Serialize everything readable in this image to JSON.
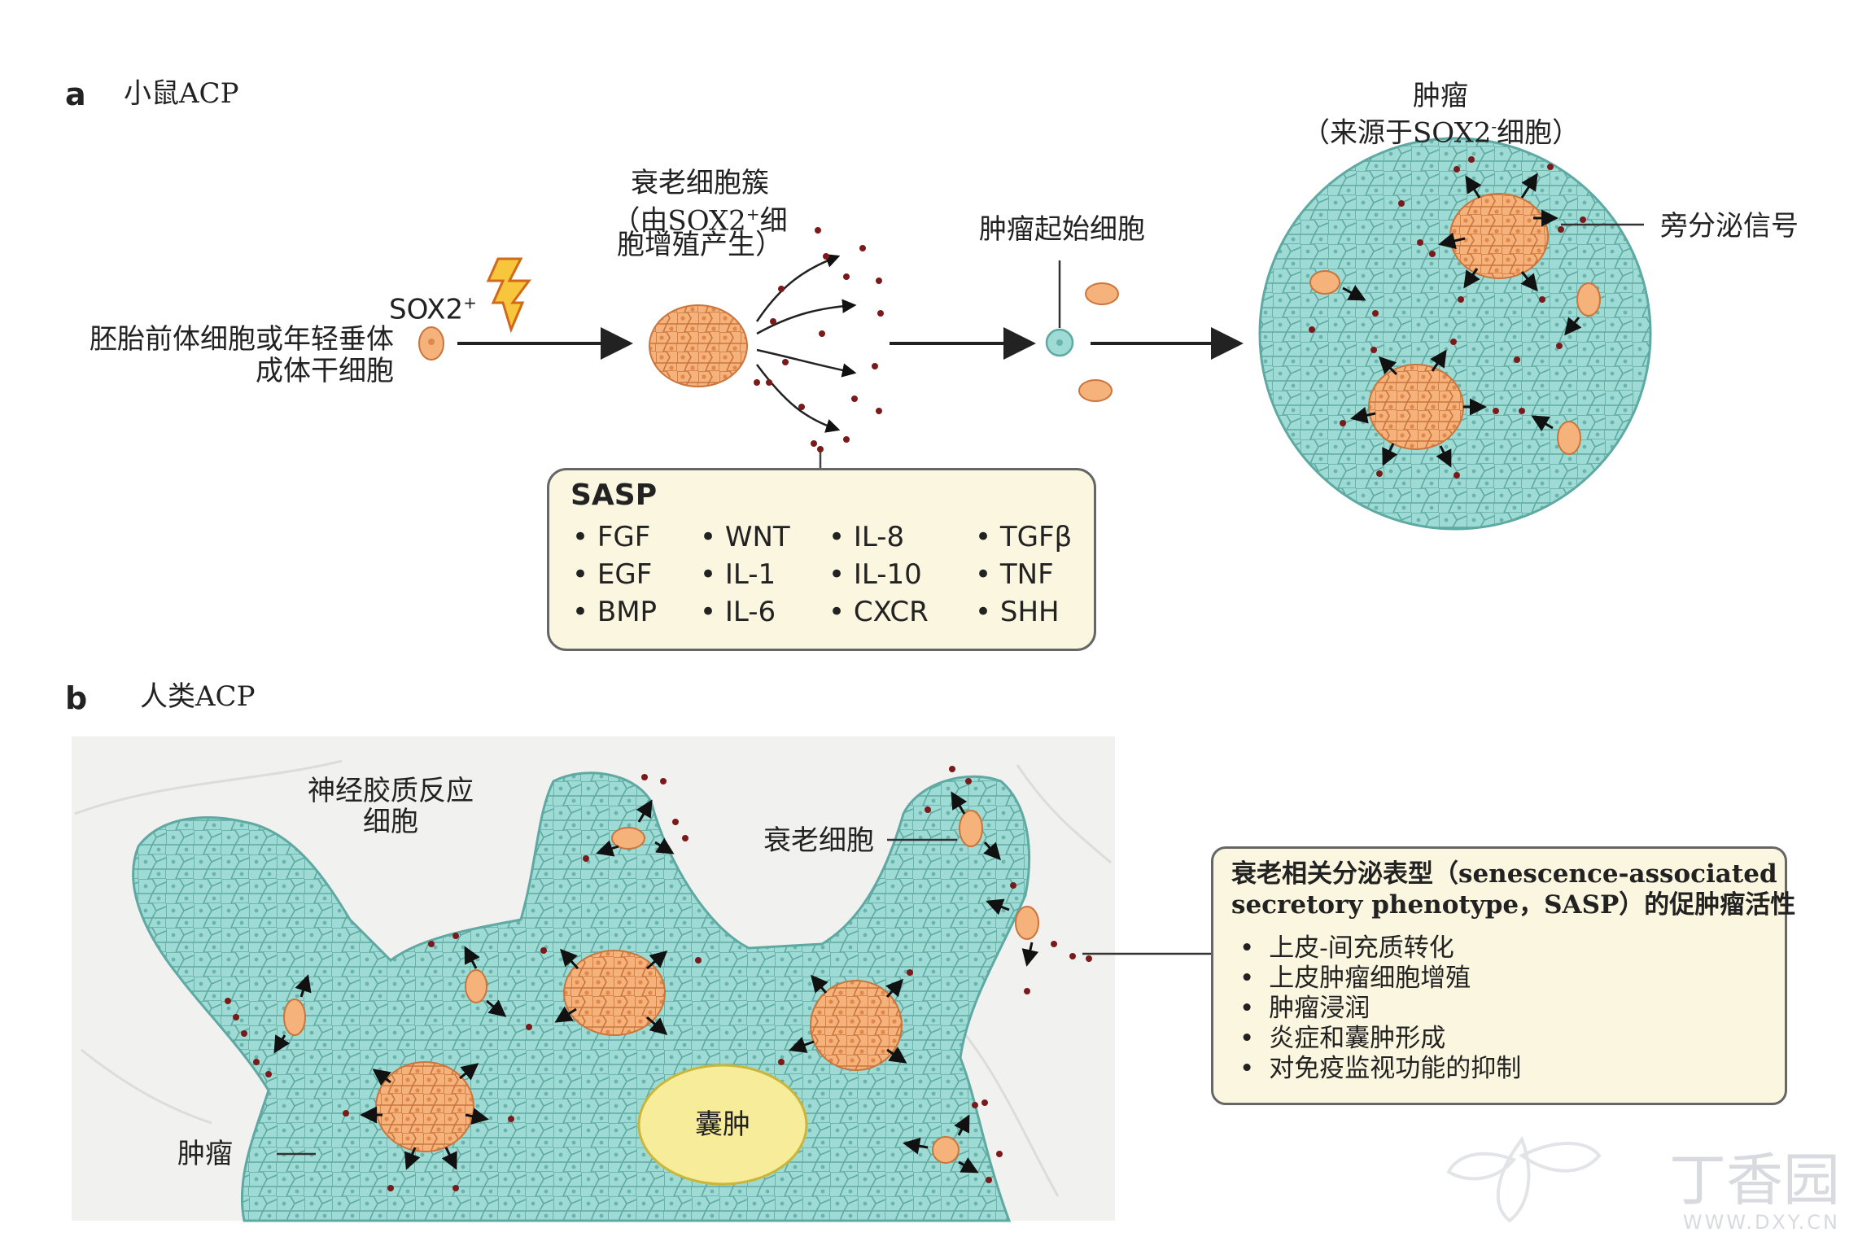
{
  "panel_a": {
    "letter": "a",
    "title": "小鼠ACP",
    "sox2_label": "SOX2",
    "sox2_sup": "+",
    "precursor_line1": "胚胎前体细胞或年轻垂体",
    "precursor_line2": "成体干细胞",
    "cluster_line1": "衰老细胞簇",
    "cluster_line2_a": "（由SOX2",
    "cluster_line2_sup": "+",
    "cluster_line2_b": "细",
    "cluster_line3": "胞增殖产生）",
    "initiating_cell": "肿瘤起始细胞",
    "tumor_line1": "肿瘤",
    "tumor_line2_a": "（来源于SOX2",
    "tumor_line2_sup": "-",
    "tumor_line2_b": "细胞）",
    "paracrine": "旁分泌信号"
  },
  "sasp_box": {
    "title": "SASP",
    "columns": [
      [
        "FGF",
        "EGF",
        "BMP"
      ],
      [
        "WNT",
        "IL-1",
        "IL-6"
      ],
      [
        "IL-8",
        "IL-10",
        "CXCR"
      ],
      [
        "TGFβ",
        "TNF",
        "SHH"
      ]
    ]
  },
  "panel_b": {
    "letter": "b",
    "title": "人类ACP",
    "glial_line1": "神经胶质反应",
    "glial_line2": "细胞",
    "senescent_cell": "衰老细胞",
    "cyst": "囊肿",
    "tumor": "肿瘤"
  },
  "function_box": {
    "title_line1": "衰老相关分泌表型（senescence-associated",
    "title_line2": "secretory phenotype，SASP）的促肿瘤活性",
    "items": [
      "上皮-间充质转化",
      "上皮肿瘤细胞增殖",
      "肿瘤浸润",
      "炎症和囊肿形成",
      "对免疫监视功能的抑制"
    ]
  },
  "watermark": {
    "text": "丁香园",
    "url": "WWW.DXY.CN"
  },
  "colors": {
    "epithelium": "#9edbd4",
    "epithelium_edge": "#5fa9a3",
    "senescent": "#f5b27a",
    "senescent_edge": "#c9753d",
    "cyst": "#f7ec9a",
    "box_fill": "#fbf6df",
    "dots": "#7a1a1a"
  }
}
